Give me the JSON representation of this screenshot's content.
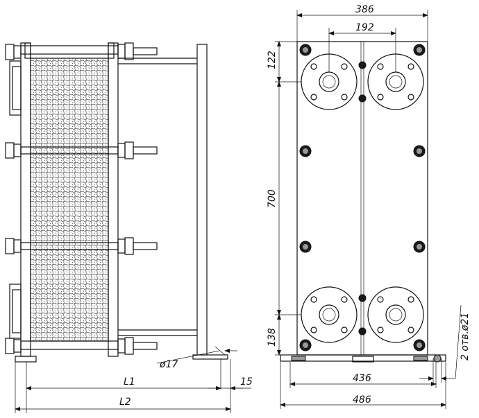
{
  "dimensions": {
    "width_top": "386",
    "inlet_spacing": "192",
    "height_top_offset": "122",
    "height_total": "700",
    "height_bottom_offset": "138",
    "base_inner": "436",
    "base_outer": "486",
    "length_l1": "L1",
    "length_l2": "L2",
    "offset_15": "15",
    "bolt_diameter": "ø17",
    "foot_holes": "2 отв.ø21"
  }
}
